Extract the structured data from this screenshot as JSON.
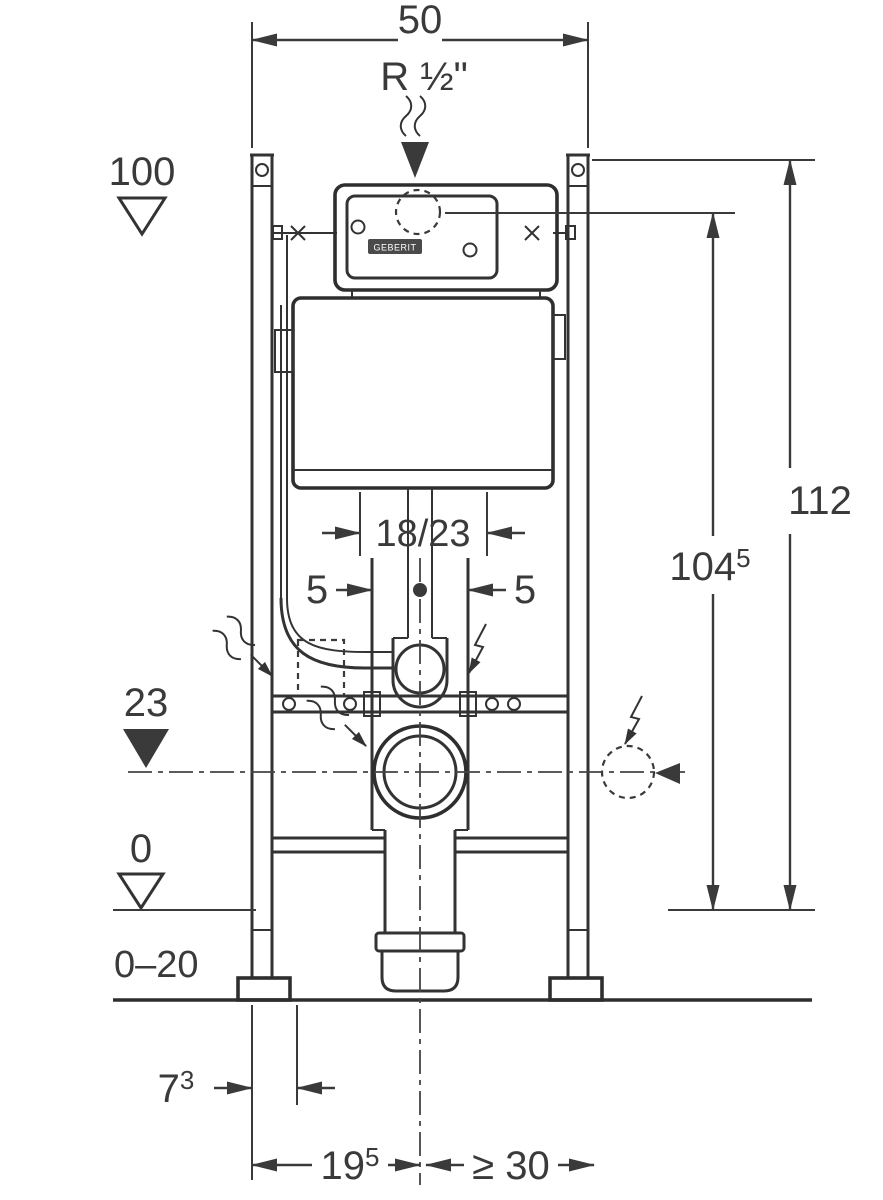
{
  "drawing": {
    "product": "GEBERIT",
    "dimensions": {
      "width": "50",
      "water_inlet": "R ½\"",
      "top_level": "100",
      "frame_height": "112",
      "inlet_height_base": "104",
      "inlet_height_sup": "5",
      "fixing_spacing": "18/23",
      "offset_left": "5",
      "offset_right": "5",
      "outlet_level": "23",
      "zero_level": "0",
      "floor_buildup": "0–20",
      "wall_offset_base": "7",
      "wall_offset_sup": "3",
      "outlet_offset_base": "19",
      "outlet_offset_sup": "5",
      "min_side": "≥ 30"
    }
  }
}
